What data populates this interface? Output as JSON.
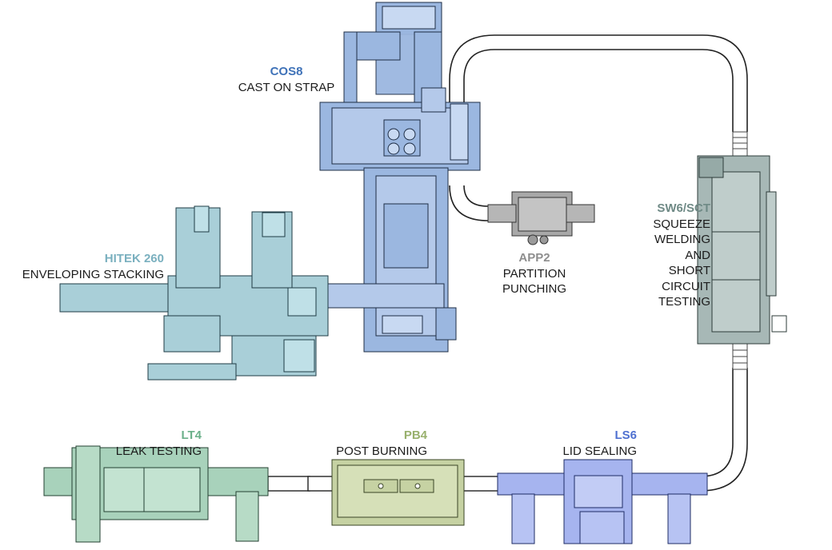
{
  "colors": {
    "cos8": "#3f72b8",
    "hitek": "#7ab0bf",
    "app2": "#8e8e8e",
    "sw6": "#6f8a86",
    "lt4": "#6bb08a",
    "pb4": "#98b06c",
    "ls6": "#4e70d0",
    "conveyor": "#ffffff",
    "outline": "#222222"
  },
  "machines": {
    "cos8": {
      "code": "COS8",
      "lines": [
        "CAST ON STRAP"
      ]
    },
    "hitek": {
      "code": "HITEK 260",
      "lines": [
        "ENVELOPING STACKING"
      ]
    },
    "app2": {
      "code": "APP2",
      "lines": [
        "PARTITION",
        "PUNCHING"
      ]
    },
    "sw6": {
      "code": "SW6/SCT",
      "lines": [
        "SQUEEZE",
        "WELDING",
        "AND",
        "SHORT",
        "CIRCUIT",
        "TESTING"
      ]
    },
    "lt4": {
      "code": "LT4",
      "lines": [
        "LEAK TESTING"
      ]
    },
    "pb4": {
      "code": "PB4",
      "lines": [
        "POST BURNING"
      ]
    },
    "ls6": {
      "code": "LS6",
      "lines": [
        "LID SEALING"
      ]
    }
  }
}
